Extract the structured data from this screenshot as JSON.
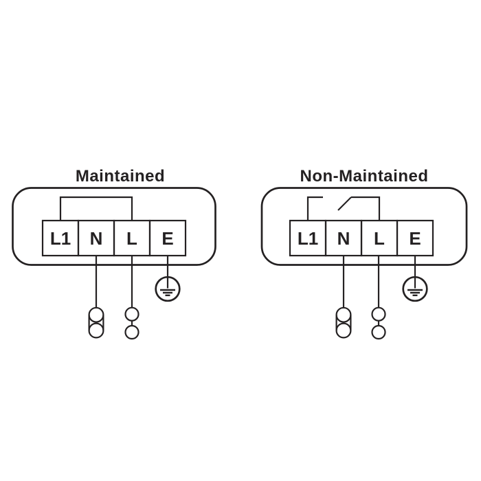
{
  "colors": {
    "line": "#242122",
    "background": "#ffffff"
  },
  "diagrams": [
    {
      "title": "Maintained",
      "terminals": [
        "L1",
        "N",
        "L",
        "E"
      ],
      "bridge": "permanent link between L1 and L",
      "earth_icon": "protective-earth-icon"
    },
    {
      "title": "Non-Maintained",
      "terminals": [
        "L1",
        "N",
        "L",
        "E"
      ],
      "bridge": "switched link between L1 and L",
      "earth_icon": "protective-earth-icon"
    }
  ]
}
